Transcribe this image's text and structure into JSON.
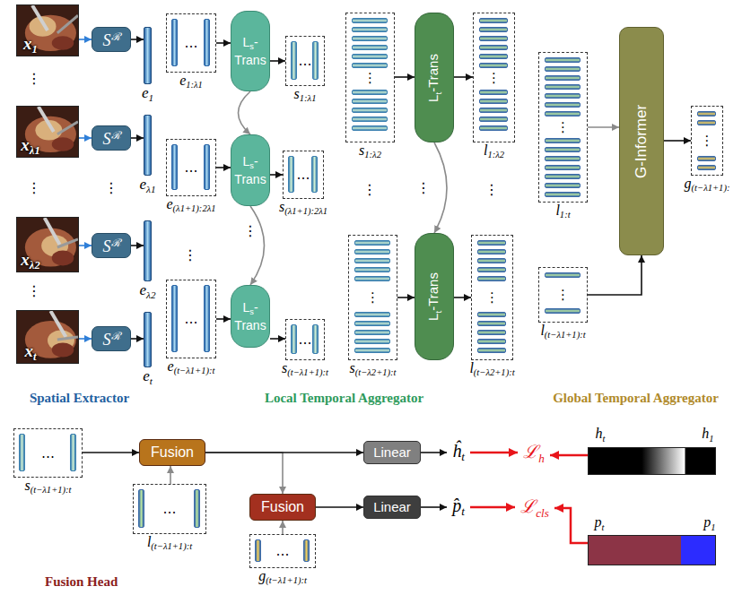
{
  "diagram": {
    "nodes": [
      {
        "text": [
          "Spatial Extractor"
        ]
      },
      {
        "text": [
          "Local Temporal Aggregator"
        ]
      },
      {
        "text": [
          "Global Temporal Aggregator"
        ]
      },
      {
        "text": [
          "Fusion Head"
        ]
      },
      {
        "text": [
          "x1"
        ],
        "in": 0
      },
      {
        "text": [
          "Sℛ"
        ],
        "in": 0
      },
      {
        "text": [
          "e1"
        ],
        "in": 0
      },
      {
        "text": [
          "xλ1"
        ],
        "in": 0
      },
      {
        "text": [
          "Sℛ"
        ],
        "in": 0
      },
      {
        "text": [
          "eλ1"
        ],
        "in": 0
      },
      {
        "text": [
          "xλ2"
        ],
        "in": 0
      },
      {
        "text": [
          "Sℛ"
        ],
        "in": 0
      },
      {
        "text": [
          "eλ2"
        ],
        "in": 0
      },
      {
        "text": [
          "xt"
        ],
        "in": 0
      },
      {
        "text": [
          "Sℛ"
        ],
        "in": 0
      },
      {
        "text": [
          "et"
        ],
        "in": 0
      },
      {
        "text": [
          "…",
          "e1:λ1"
        ],
        "in": 1
      },
      {
        "text": [
          "Ls-Trans"
        ],
        "in": 1
      },
      {
        "text": [
          "…",
          "s1:λ1"
        ],
        "in": 1
      },
      {
        "text": [
          "…",
          "e(λ1+1):2λ1"
        ],
        "in": 1
      },
      {
        "text": [
          "Ls-Trans"
        ],
        "in": 1
      },
      {
        "text": [
          "…",
          "s(λ1+1):2λ1"
        ],
        "in": 1
      },
      {
        "text": [
          "…",
          "e(t−λ1+1):t"
        ],
        "in": 1
      },
      {
        "text": [
          "Ls-Trans"
        ],
        "in": 1
      },
      {
        "text": [
          "…",
          "s(t−λ1+1):t"
        ],
        "in": 1
      },
      {
        "text": [
          "⋮",
          "s1:λ2"
        ],
        "in": 1
      },
      {
        "text": [
          "Lt-Trans"
        ],
        "in": 1
      },
      {
        "text": [
          "⋮",
          "l1:λ2"
        ],
        "in": 1
      },
      {
        "text": [
          "⋮",
          "s(t−λ2+1):t"
        ],
        "in": 1
      },
      {
        "text": [
          "Lt-Trans"
        ],
        "in": 1
      },
      {
        "text": [
          "⋮",
          "l(t−λ2+1):t"
        ],
        "in": 1
      },
      {
        "text": [
          "⋮",
          "l1:t"
        ],
        "in": 2
      },
      {
        "text": [
          "G-Informer"
        ],
        "in": 2
      },
      {
        "text": [
          "⋮",
          "l(t−λ1+1):t"
        ],
        "in": 2
      },
      {
        "text": [
          "⋮",
          "g(t−λ1+1):"
        ],
        "in": 2
      },
      {
        "text": [
          "…",
          "s(t−λ1+1):t"
        ],
        "in": 3
      },
      {
        "text": [
          "Fusion"
        ],
        "in": 3
      },
      {
        "text": [
          "…",
          "l(t−λ1+1):t"
        ],
        "in": 3
      },
      {
        "text": [
          "Fusion"
        ],
        "in": 3
      },
      {
        "text": [
          "…",
          "g(t−λ1+1):t"
        ],
        "in": 3
      },
      {
        "text": [
          "Linear"
        ],
        "in": 3
      },
      {
        "text": [
          "Linear"
        ],
        "in": 3
      },
      {
        "text": [
          "ĥt"
        ],
        "in": 3
      },
      {
        "text": [
          "p̂t"
        ],
        "in": 3
      },
      {
        "text": [
          "ℒh"
        ],
        "in": 3
      },
      {
        "text": [
          "ℒcls"
        ],
        "in": 3
      },
      {
        "text": [
          "ht",
          "h1"
        ],
        "in": 3
      },
      {
        "text": [
          "pt",
          "p1"
        ],
        "in": 3
      }
    ],
    "edges": [
      {
        "from": 4,
        "to": 5,
        "arrow": "to"
      },
      {
        "from": 5,
        "to": 6,
        "arrow": "to"
      },
      {
        "from": 7,
        "to": 8,
        "arrow": "to"
      },
      {
        "from": 8,
        "to": 9,
        "arrow": "to"
      },
      {
        "from": 10,
        "to": 11,
        "arrow": "to"
      },
      {
        "from": 11,
        "to": 12,
        "arrow": "to"
      },
      {
        "from": 13,
        "to": 14,
        "arrow": "to"
      },
      {
        "from": 14,
        "to": 15,
        "arrow": "to"
      },
      {
        "from": 16,
        "to": 17,
        "arrow": "to"
      },
      {
        "from": 17,
        "to": 18,
        "arrow": "to"
      },
      {
        "from": 19,
        "to": 20,
        "arrow": "to"
      },
      {
        "from": 20,
        "to": 21,
        "arrow": "to"
      },
      {
        "from": 22,
        "to": 23,
        "arrow": "to"
      },
      {
        "from": 23,
        "to": 24,
        "arrow": "to"
      },
      {
        "from": 17,
        "to": 20,
        "arrow": "to"
      },
      {
        "from": 20,
        "to": 23,
        "arrow": "to"
      },
      {
        "from": 25,
        "to": 26,
        "arrow": "to"
      },
      {
        "from": 26,
        "to": 27,
        "arrow": "to"
      },
      {
        "from": 28,
        "to": 29,
        "arrow": "to"
      },
      {
        "from": 29,
        "to": 30,
        "arrow": "to"
      },
      {
        "from": 26,
        "to": 29,
        "arrow": "to"
      },
      {
        "from": 31,
        "to": 32,
        "arrow": "to"
      },
      {
        "from": 33,
        "to": 32,
        "arrow": "to"
      },
      {
        "from": 32,
        "to": 34,
        "arrow": "to"
      },
      {
        "from": 35,
        "to": 36,
        "arrow": "to"
      },
      {
        "from": 36,
        "to": 38,
        "arrow": "to"
      },
      {
        "from": 37,
        "to": 36,
        "arrow": "to"
      },
      {
        "from": 36,
        "to": 40,
        "arrow": "to"
      },
      {
        "from": 39,
        "to": 38,
        "arrow": "to"
      },
      {
        "from": 38,
        "to": 41,
        "arrow": "to"
      },
      {
        "from": 40,
        "to": 42,
        "arrow": "to"
      },
      {
        "from": 41,
        "to": 43,
        "arrow": "to"
      },
      {
        "from": 42,
        "to": 44,
        "arrow": "to"
      },
      {
        "from": 43,
        "to": 45,
        "arrow": "to"
      },
      {
        "from": 46,
        "to": 44,
        "arrow": "to"
      },
      {
        "from": 47,
        "to": 45,
        "arrow": "to"
      }
    ],
    "labels": [
      "⋮",
      "⋮",
      "⋮",
      "⋮",
      "⋮",
      "⋮",
      "⋮",
      "⋮",
      "⋮"
    ]
  }
}
